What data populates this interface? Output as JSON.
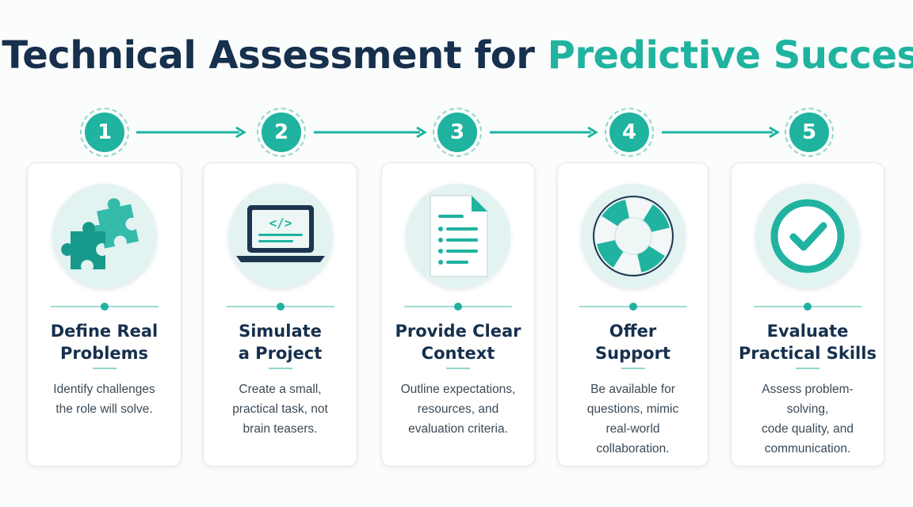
{
  "title": {
    "part1": "Technical Assessment for ",
    "part2": "Predictive Success"
  },
  "colors": {
    "navy": "#16304d",
    "teal": "#1fb3a0",
    "teal_light": "#e3f3f1"
  },
  "steps": [
    {
      "number": "1",
      "title_line1": "Define Real",
      "title_line2": "Problems",
      "desc_lines": [
        "Identify challenges",
        "the role will solve."
      ],
      "icon": "puzzle-icon"
    },
    {
      "number": "2",
      "title_line1": "Simulate",
      "title_line2": "a Project",
      "desc_lines": [
        "Create a small,",
        "practical task, not",
        "brain teasers."
      ],
      "icon": "laptop-code-icon"
    },
    {
      "number": "3",
      "title_line1": "Provide Clear",
      "title_line2": "Context",
      "desc_lines": [
        "Outline expectations,",
        "resources, and",
        "evaluation criteria."
      ],
      "icon": "document-icon"
    },
    {
      "number": "4",
      "title_line1": "Offer",
      "title_line2": "Support",
      "desc_lines": [
        "Be available for",
        "questions, mimic",
        "real-world",
        "collaboration."
      ],
      "icon": "lifebuoy-icon"
    },
    {
      "number": "5",
      "title_line1": "Evaluate",
      "title_line2": "Practical Skills",
      "desc_lines": [
        "Assess problem-solving,",
        "code quality, and",
        "communication."
      ],
      "icon": "checkmark-circle-icon"
    }
  ]
}
